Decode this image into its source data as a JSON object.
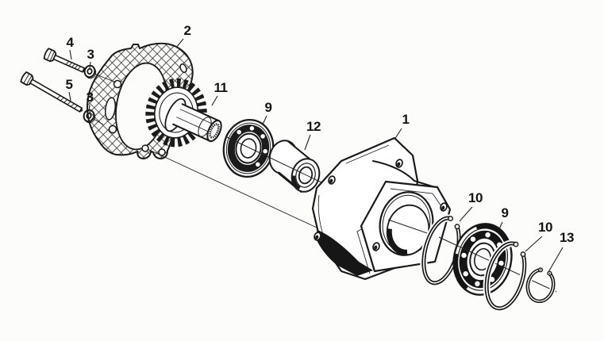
{
  "figure": {
    "kind": "exploded-parts-diagram",
    "subject": "bearing-housing-and-gear-shaft-assembly",
    "paper_color": "#fcfcfa",
    "ink_color": "#1a1a1a"
  },
  "callouts": [
    {
      "text": "4",
      "target": "hex-bolt-short"
    },
    {
      "text": "3",
      "target": "washer-upper"
    },
    {
      "text": "5",
      "target": "hex-bolt-long"
    },
    {
      "text": "3",
      "target": "washer-lower"
    },
    {
      "text": "2",
      "target": "gasket"
    },
    {
      "text": "11",
      "target": "gear-shaft"
    },
    {
      "text": "9",
      "target": "ball-bearing-front"
    },
    {
      "text": "12",
      "target": "spacer-sleeve"
    },
    {
      "text": "1",
      "target": "housing"
    },
    {
      "text": "10",
      "target": "snap-ring-inner"
    },
    {
      "text": "9",
      "target": "ball-bearing-rear"
    },
    {
      "text": "10",
      "target": "snap-ring-outer"
    },
    {
      "text": "13",
      "target": "circlip"
    }
  ]
}
